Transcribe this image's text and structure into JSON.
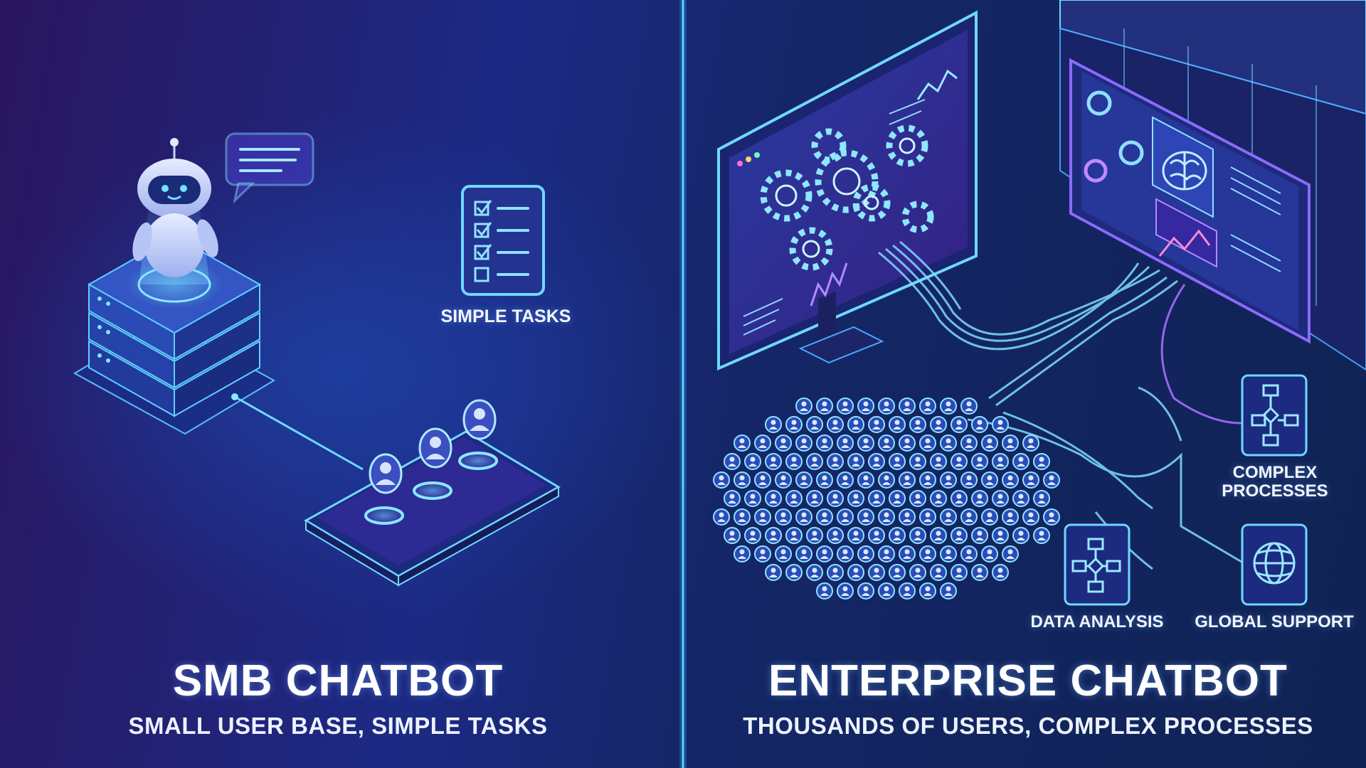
{
  "left": {
    "title": "SMB CHATBOT",
    "subtitle": "SMALL USER BASE, SIMPLE TASKS",
    "task_label": "SIMPLE TASKS"
  },
  "right": {
    "title": "ENTERPRISE CHATBOT",
    "subtitle": "THOUSANDS OF USERS, COMPLEX PROCESSES",
    "labels": {
      "complex_processes": "COMPLEX PROCESSES",
      "data_analysis": "DATA ANALYSIS",
      "global_support": "GLOBAL SUPPORT"
    }
  },
  "colors": {
    "divider": "#47c6ff",
    "accent_cyan": "#5fd6ff",
    "accent_purple": "#a46cff",
    "text": "#ffffff"
  },
  "icons": [
    "robot-icon",
    "chat-bubble-icon",
    "server-stack-icon",
    "checklist-icon",
    "user-icon",
    "gears-icon",
    "brain-icon",
    "flowchart-icon",
    "globe-icon"
  ]
}
